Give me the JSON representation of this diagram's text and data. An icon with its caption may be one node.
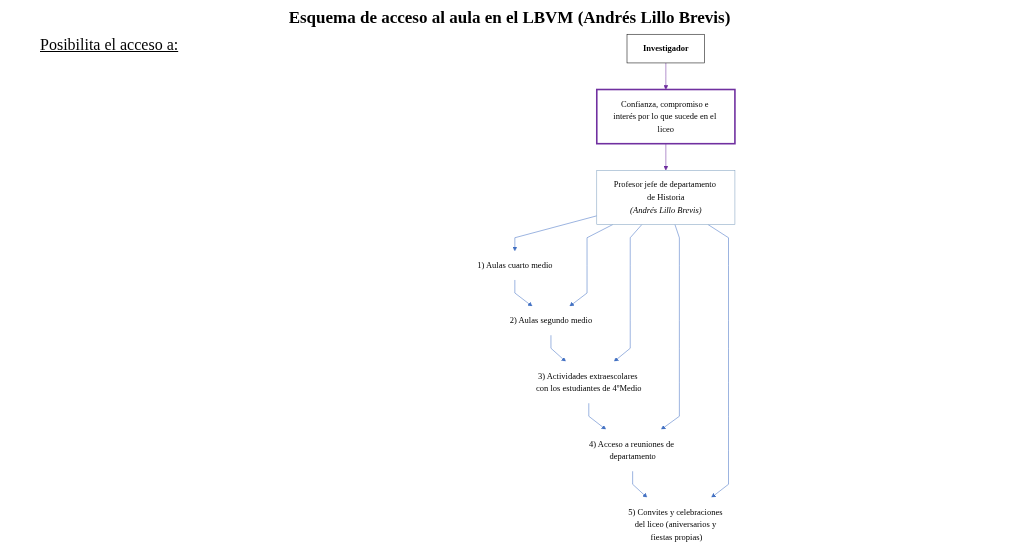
{
  "diagram": {
    "title": "Esquema de acceso al aula en el LBVM (Andrés Lillo Brevis)",
    "nodes": [
      {
        "text": [
          "1) Aulas cuarto medio"
        ]
      },
      {
        "text": [
          "2) Aulas segundo medio"
        ]
      },
      {
        "text": [
          "3) Actividades extraescolares con los estudiantes de 4ºMedio"
        ]
      },
      {
        "text": [
          "4) Acceso a reuniones de departamento"
        ]
      },
      {
        "text": [
          "5) Convites y celebraciones del liceo (aniversarios y fiestas propias)"
        ]
      },
      {
        "text": [
          "Profesor jefe de departamento de Historia",
          "(Andrés Lillo Brevis)"
        ]
      },
      {
        "text": [
          "Investigador"
        ]
      },
      {
        "text": [
          "Confianza, compromiso e interés por lo que sucede en el liceo"
        ]
      }
    ],
    "edges": [
      {
        "from": 0,
        "to": 1,
        "arrow": "to"
      },
      {
        "from": 1,
        "to": 2,
        "arrow": "to"
      },
      {
        "from": 2,
        "to": 3,
        "arrow": "to"
      },
      {
        "from": 3,
        "to": 4,
        "arrow": "to"
      },
      {
        "from": 5,
        "to": 0,
        "arrow": "to"
      },
      {
        "from": 5,
        "to": 1,
        "arrow": "to"
      },
      {
        "from": 5,
        "to": 2,
        "arrow": "to"
      },
      {
        "from": 5,
        "to": 3,
        "arrow": "to"
      },
      {
        "from": 5,
        "to": 4,
        "arrow": "to"
      },
      {
        "from": 7,
        "to": 5,
        "arrow": "to",
        "color": "#7030a0"
      },
      {
        "from": 6,
        "to": 7,
        "arrow": "to",
        "color": "#7030a0"
      }
    ],
    "labels": [
      "Posibilita el acceso a:"
    ]
  }
}
